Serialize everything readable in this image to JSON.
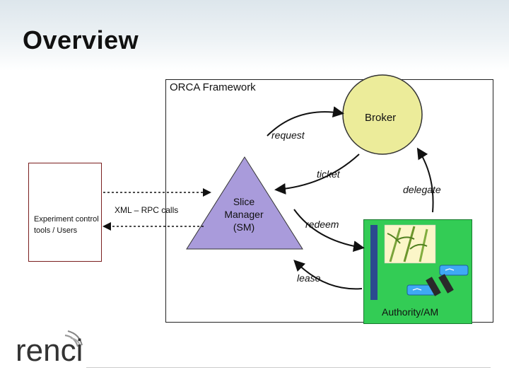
{
  "slide": {
    "title": "Overview"
  },
  "framework": {
    "title": "ORCA Framework"
  },
  "nodes": {
    "broker": "Broker",
    "slice_manager": [
      "Slice",
      "Manager",
      "(SM)"
    ],
    "users": "Experiment control tools / Users",
    "authority": "Authority/AM"
  },
  "edges": {
    "request": "request",
    "ticket": "ticket",
    "delegate": "delegate",
    "redeem": "redeem",
    "lease": "lease",
    "xml_rpc": "XML – RPC calls"
  },
  "logo": {
    "text": "renci"
  },
  "colors": {
    "broker_fill": "#ecec9a",
    "slice_manager_fill": "#a99bdb",
    "authority_fill": "#33cc55",
    "accent_bar": "#2b4a8f"
  },
  "icons": [
    "user-at-desk-icon",
    "bamboo-image",
    "network-switch-icon"
  ]
}
